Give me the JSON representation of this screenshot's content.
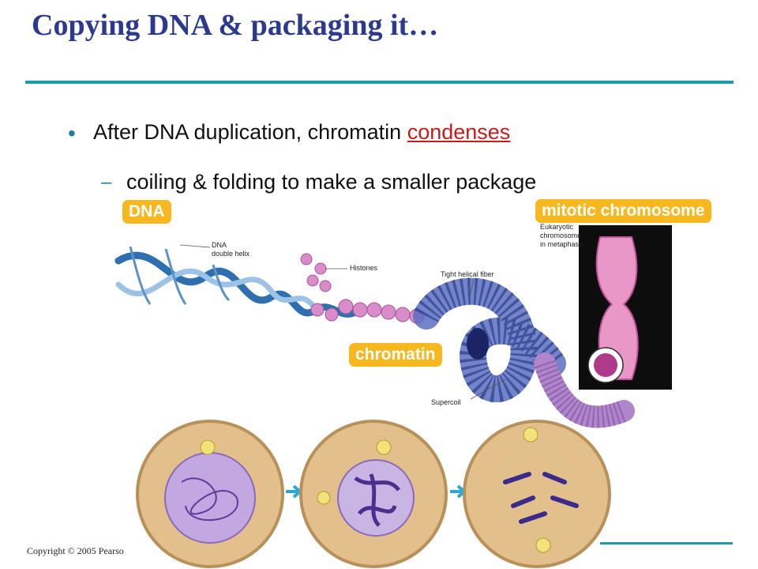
{
  "title": "Copying DNA & packaging it…",
  "bullet": {
    "text": "After DNA duplication, chromatin ",
    "highlight": "condenses"
  },
  "sub_bullet": "coiling & folding to make a smaller package",
  "callouts": {
    "dna": "DNA",
    "mitotic": "mitotic chromosome",
    "chromatin": "chromatin"
  },
  "figure_labels": {
    "dna_double_helix": [
      "DNA",
      "double helix"
    ],
    "histones": "Histones",
    "tight_helical_fiber": "Tight helical fiber",
    "eukaryotic": [
      "Eukaryotic",
      "chromosome",
      "in metaphase"
    ],
    "supercoil": "Supercoil"
  },
  "copyright": "Copyright © 2005 Pearso",
  "colors": {
    "title": "#2b3a8f",
    "rule": "#1f9aa6",
    "callout": "#f7b81f",
    "highlight": "#cc1a1a"
  }
}
